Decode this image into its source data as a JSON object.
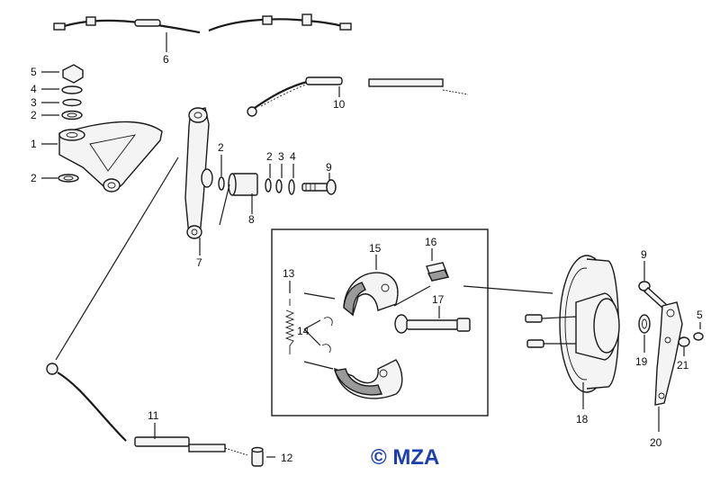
{
  "diagram": {
    "labels": {
      "l1": "1",
      "l2a": "2",
      "l2b": "2",
      "l2c": "2",
      "l2d": "2",
      "l3a": "3",
      "l3b": "3",
      "l4a": "4",
      "l4b": "4",
      "l5a": "5",
      "l5b": "5",
      "l6": "6",
      "l7": "7",
      "l8": "8",
      "l9a": "9",
      "l9b": "9",
      "l10": "10",
      "l11": "11",
      "l12": "12",
      "l13": "13",
      "l14": "14",
      "l15": "15",
      "l16": "16",
      "l17": "17",
      "l18": "18",
      "l19": "19",
      "l20": "20",
      "l21": "21"
    },
    "watermark": "© MZA"
  }
}
